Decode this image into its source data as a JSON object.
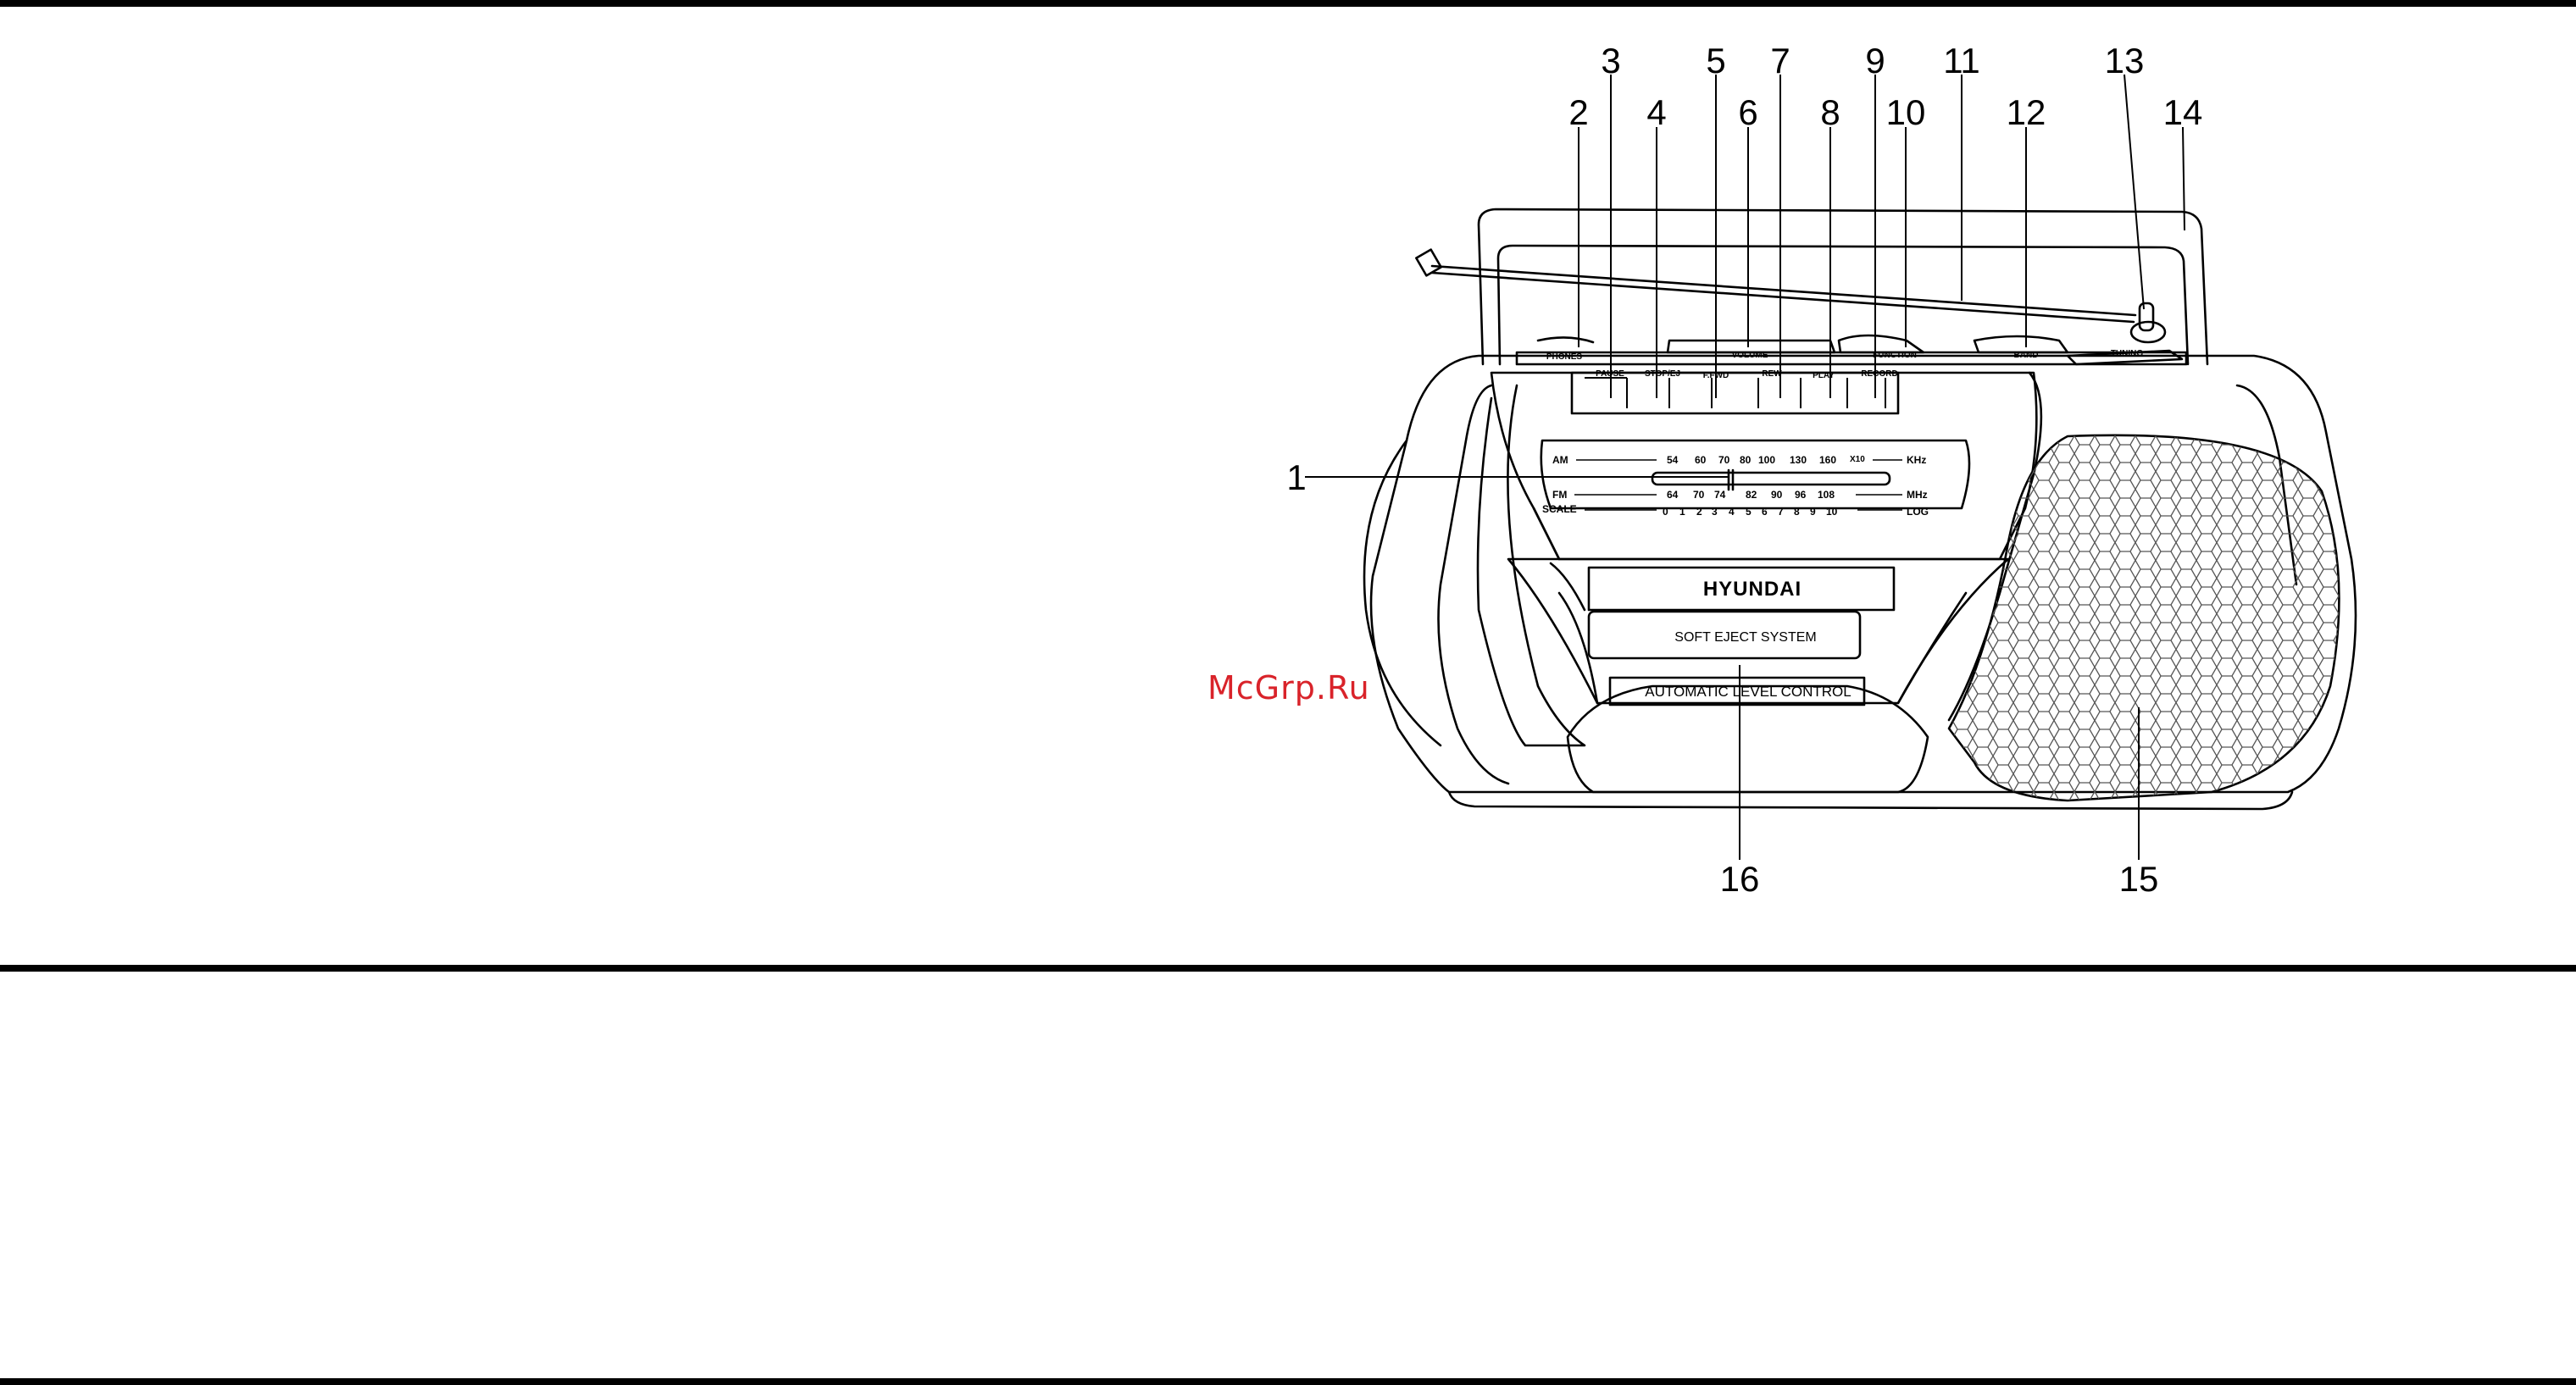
{
  "watermark": "McGrp.Ru",
  "callouts": [
    "1",
    "2",
    "3",
    "4",
    "5",
    "6",
    "7",
    "8",
    "9",
    "10",
    "11",
    "12",
    "13",
    "14",
    "15",
    "16"
  ],
  "radio": {
    "brand": "HYUNDAI",
    "door_label": "SOFT EJECT SYSTEM",
    "alc_label": "AUTOMATIC LEVEL CONTROL",
    "top_labels": {
      "phones": "PHONES",
      "volume": "VOLUME",
      "function": "FUNCTION",
      "band": "BAND",
      "tuning": "TUNING"
    },
    "keys": [
      "PAUSE",
      "STOP/EJ",
      "F.FWD",
      "REW",
      "PLAY",
      "RECORD"
    ],
    "dial": {
      "am_label": "AM",
      "am_scale": [
        "54",
        "60",
        "70",
        "80",
        "100",
        "130",
        "160"
      ],
      "am_mult": "X10",
      "am_unit": "KHz",
      "fm_label": "FM",
      "fm_scale": [
        "64",
        "70",
        "74",
        "82",
        "90",
        "96",
        "108"
      ],
      "fm_unit": "MHz",
      "scale_label": "SCALE",
      "scale_nums": [
        "0",
        "1",
        "2",
        "3",
        "4",
        "5",
        "6",
        "7",
        "8",
        "9",
        "10"
      ],
      "scale_unit": "LOG"
    }
  }
}
